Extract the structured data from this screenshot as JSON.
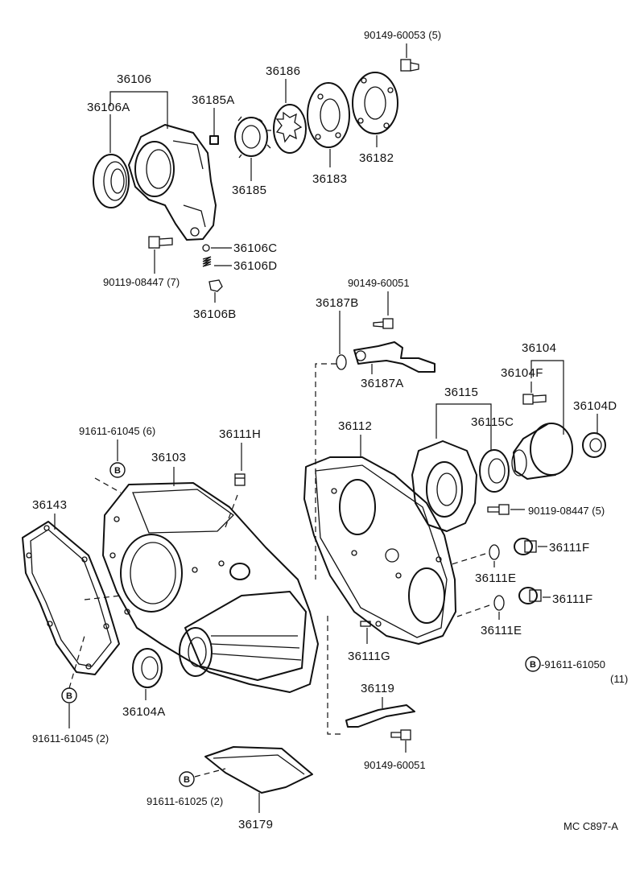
{
  "diagram": {
    "labels": {
      "p90149_60053": "90149-60053 (5)",
      "p36186": "36186",
      "p36106": "36106",
      "p36106A": "36106A",
      "p36185A": "36185A",
      "p36185": "36185",
      "p36183": "36183",
      "p36182": "36182",
      "p36106C": "36106C",
      "p36106D": "36106D",
      "p90119_08447_7": "90119-08447 (7)",
      "p36106B": "36106B",
      "p90149_60051_top": "90149-60051",
      "p36187B": "36187B",
      "p36187A": "36187A",
      "p36104": "36104",
      "p36104F": "36104F",
      "p36115": "36115",
      "p36104D": "36104D",
      "p36115C": "36115C",
      "p91611_61045_6": "91611-61045 (6)",
      "p36111H": "36111H",
      "p36112": "36112",
      "p36103": "36103",
      "p36143": "36143",
      "p90119_08447_5": "90119-08447 (5)",
      "p36111F_1": "36111F",
      "p36111E_1": "36111E",
      "p36111F_2": "36111F",
      "p36111E_2": "36111E",
      "p36111G": "36111G",
      "p91611_61050": "-91611-61050",
      "p91611_61050_qty": "(11)",
      "p36104A": "36104A",
      "p36119": "36119",
      "p91611_61045_2": "91611-61045 (2)",
      "p90149_60051_bottom": "90149-60051",
      "p91611_61025_2": "91611-61025 (2)",
      "p36179": "36179",
      "figure_code": "MC  C897-A"
    },
    "ref_marker": "B"
  }
}
